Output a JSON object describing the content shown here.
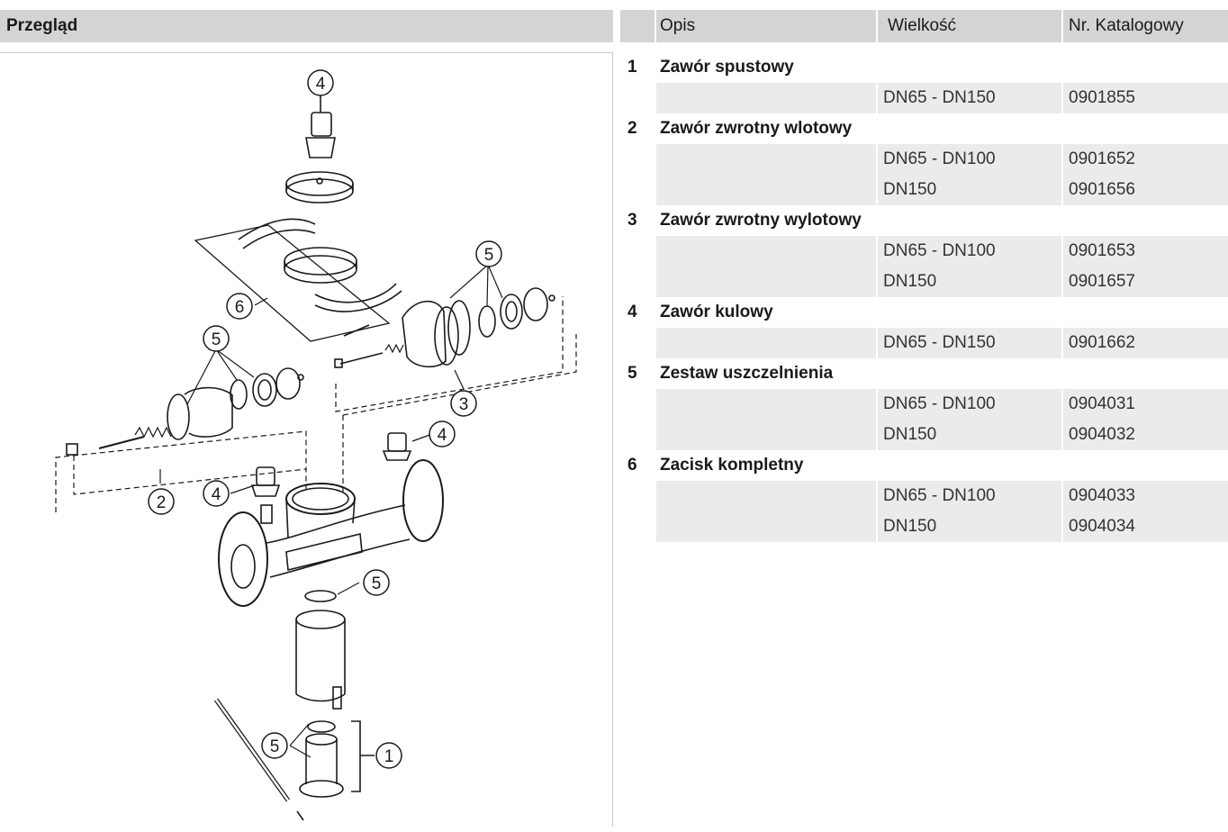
{
  "header": {
    "title": "Przegląd",
    "col_opis": "Opis",
    "col_size": "Wielkość",
    "col_catalog": "Nr. Katalogowy"
  },
  "diagram_callouts": [
    "4",
    "5",
    "6",
    "5",
    "3",
    "4",
    "4",
    "2",
    "5",
    "5",
    "1"
  ],
  "parts": [
    {
      "num": "1",
      "name": "Zawór spustowy",
      "variants": [
        {
          "size": "DN65 - DN150",
          "catalog": "0901855"
        }
      ]
    },
    {
      "num": "2",
      "name": "Zawór zwrotny wlotowy",
      "variants": [
        {
          "size": "DN65 - DN100",
          "catalog": "0901652"
        },
        {
          "size": "DN150",
          "catalog": "0901656"
        }
      ]
    },
    {
      "num": "3",
      "name": "Zawór zwrotny wylotowy",
      "variants": [
        {
          "size": "DN65 - DN100",
          "catalog": "0901653"
        },
        {
          "size": "DN150",
          "catalog": "0901657"
        }
      ]
    },
    {
      "num": "4",
      "name": "Zawór kulowy",
      "variants": [
        {
          "size": "DN65 - DN150",
          "catalog": "0901662"
        }
      ]
    },
    {
      "num": "5",
      "name": "Zestaw uszczelnienia",
      "variants": [
        {
          "size": "DN65 - DN100",
          "catalog": "0904031"
        },
        {
          "size": "DN150",
          "catalog": "0904032"
        }
      ]
    },
    {
      "num": "6",
      "name": "Zacisk kompletny",
      "variants": [
        {
          "size": "DN65 - DN100",
          "catalog": "0904033"
        },
        {
          "size": "DN150",
          "catalog": "0904034"
        }
      ]
    }
  ]
}
